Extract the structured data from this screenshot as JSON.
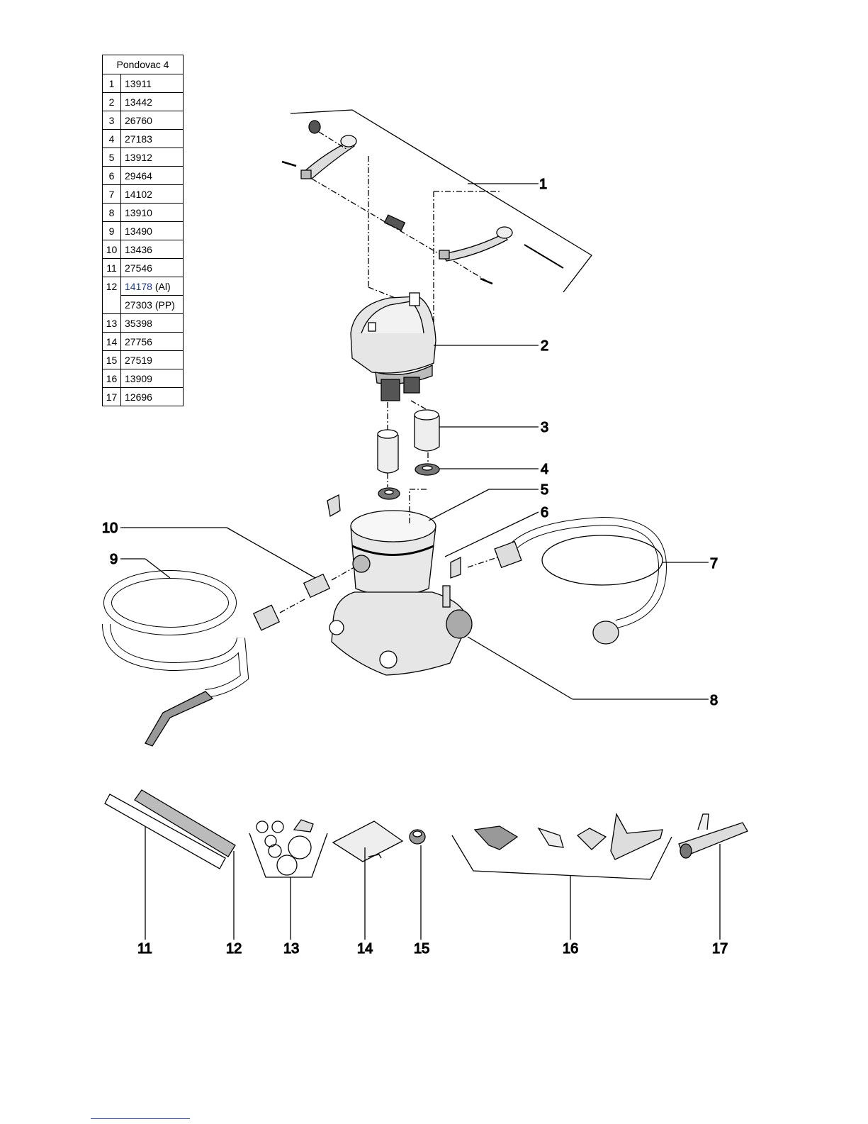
{
  "table": {
    "title": "Pondovac 4",
    "rows": [
      {
        "num": "1",
        "code": "13911",
        "suffix": ""
      },
      {
        "num": "2",
        "code": "13442",
        "suffix": ""
      },
      {
        "num": "3",
        "code": "26760",
        "suffix": ""
      },
      {
        "num": "4",
        "code": "27183",
        "suffix": ""
      },
      {
        "num": "5",
        "code": "13912",
        "suffix": ""
      },
      {
        "num": "6",
        "code": "29464",
        "suffix": ""
      },
      {
        "num": "7",
        "code": "14102",
        "suffix": ""
      },
      {
        "num": "8",
        "code": "13910",
        "suffix": ""
      },
      {
        "num": "9",
        "code": "13490",
        "suffix": ""
      },
      {
        "num": "10",
        "code": "13436",
        "suffix": ""
      },
      {
        "num": "11",
        "code": "27546",
        "suffix": ""
      },
      {
        "num": "12",
        "code": "14178",
        "suffix": " (Al)"
      },
      {
        "num": "",
        "code": "27303 (PP)",
        "suffix": ""
      },
      {
        "num": "13",
        "code": "35398",
        "suffix": ""
      },
      {
        "num": "14",
        "code": "27756",
        "suffix": ""
      },
      {
        "num": "15",
        "code": "27519",
        "suffix": ""
      },
      {
        "num": "16",
        "code": "13909",
        "suffix": ""
      },
      {
        "num": "17",
        "code": "12696",
        "suffix": ""
      }
    ]
  },
  "callouts": {
    "c1": "1",
    "c2": "2",
    "c3": "3",
    "c4": "4",
    "c5": "5",
    "c6": "6",
    "c7": "7",
    "c8": "8",
    "c9": "9",
    "c10": "10",
    "c11": "11",
    "c12": "12",
    "c13": "13",
    "c14": "14",
    "c15": "15",
    "c16": "16",
    "c17": "17"
  },
  "colors": {
    "line": "#000000",
    "link": "#1a3a8a",
    "part_fill": "#d9d9d9"
  }
}
